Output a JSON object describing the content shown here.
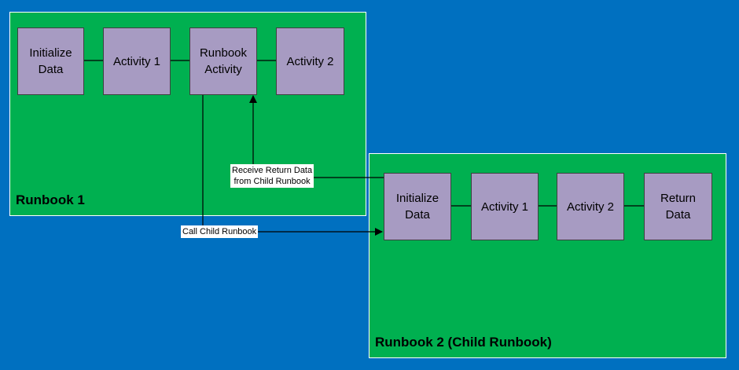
{
  "runbook1": {
    "title": "Runbook 1",
    "boxes": [
      "Initialize\nData",
      "Activity 1",
      "Runbook\nActivity",
      "Activity 2"
    ]
  },
  "runbook2": {
    "title": "Runbook 2 (Child Runbook)",
    "boxes": [
      "Initialize\nData",
      "Activity 1",
      "Activity 2",
      "Return\nData"
    ]
  },
  "connectors": {
    "call_label": "Call Child Runbook",
    "receive_label_line1": "Receive Return Data",
    "receive_label_line2": "from Child Runbook"
  },
  "colors": {
    "background": "#0070c0",
    "runbook_fill": "#00b050",
    "box_fill": "#a79bc2"
  }
}
